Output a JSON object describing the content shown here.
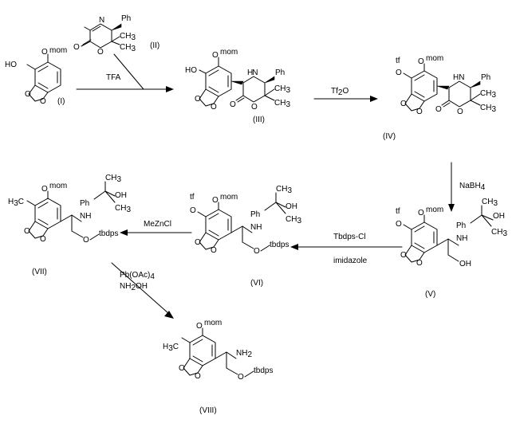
{
  "compounds": {
    "I": {
      "label": "(I)"
    },
    "II": {
      "label": "(II)"
    },
    "III": {
      "label": "(III)"
    },
    "IV": {
      "label": "(IV)"
    },
    "V": {
      "label": "(V)"
    },
    "VI": {
      "label": "(VI)"
    },
    "VII": {
      "label": "(VII)"
    },
    "VIII": {
      "label": "(VIII)"
    }
  },
  "atoms": {
    "mom": "mom",
    "ho": "HO",
    "oh": "OH",
    "o": "O",
    "n": "N",
    "nh": "NH",
    "nh2": "NH",
    "nh2_sub": "2",
    "h": "H",
    "ph": "Ph",
    "ch3": "CH",
    "ch3_sub": "3",
    "h3c": "H",
    "h3c_sub": "3",
    "h3c_c": "C",
    "tf": "tf",
    "tbdps": "tbdps"
  },
  "reagents": {
    "step1": "TFA",
    "step2": "Tf",
    "step2_sub": "2",
    "step2_tail": "O",
    "step3": "NaBH",
    "step3_sub": "4",
    "step4_top": "Tbdps-Cl",
    "step4_bottom": "imidazole",
    "step5": "MeZnCl",
    "step6_top": "Pb(OAc)",
    "step6_top_sub": "4",
    "step6_bottom": "NH",
    "step6_bottom_sub": "2",
    "step6_bottom_tail": "OH"
  }
}
